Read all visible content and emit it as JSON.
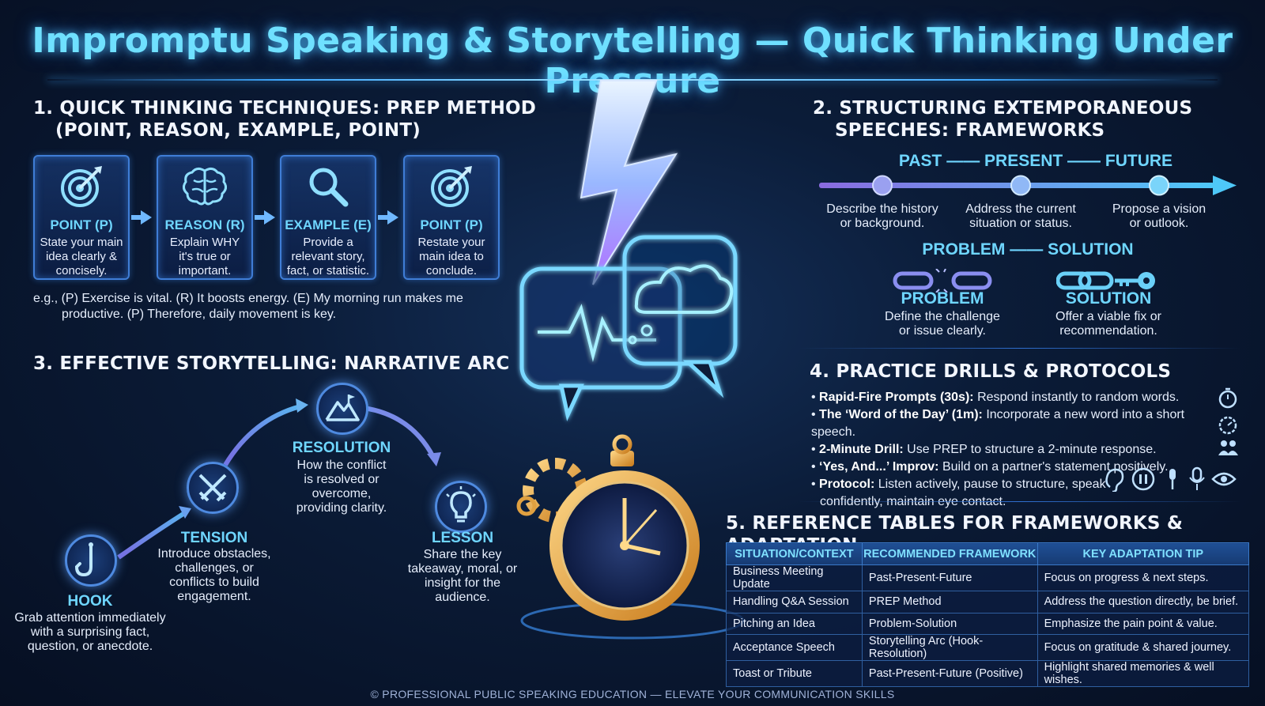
{
  "title": "Impromptu Speaking & Storytelling — Quick Thinking Under Pressure",
  "colors": {
    "accent_cyan": "#6fd6ff",
    "box_border": "#3f7dd6",
    "background": "#0b1c38",
    "timeline": "#8a7be8"
  },
  "section1": {
    "heading_line1": "1. Quick Thinking Techniques: PREP Method",
    "heading_line2": "(Point, Reason, Example, Point)",
    "steps": [
      {
        "icon": "target-icon",
        "label": "POINT (P)",
        "desc": "State your main idea clearly & concisely."
      },
      {
        "icon": "brain-icon",
        "label": "REASON (R)",
        "desc": "Explain WHY it's true or important."
      },
      {
        "icon": "magnifier-icon",
        "label": "EXAMPLE (E)",
        "desc": "Provide a relevant story, fact, or statistic."
      },
      {
        "icon": "target-icon",
        "label": "POINT (P)",
        "desc": "Restate your main idea to conclude."
      }
    ],
    "example_line1": "e.g., (P) Exercise is vital. (R) It boosts energy. (E) My morning run makes me",
    "example_line2": "productive. (P) Therefore, daily movement is key."
  },
  "section2": {
    "heading_line1": "2. Structuring Extemporaneous",
    "heading_line2": "Speeches: Frameworks",
    "timeline_title": "PAST —— PRESENT —— FUTURE",
    "timeline": [
      {
        "desc_line1": "Describe the history",
        "desc_line2": "or background."
      },
      {
        "desc_line1": "Address the current",
        "desc_line2": "situation or status."
      },
      {
        "desc_line1": "Propose a vision",
        "desc_line2": "or outlook."
      }
    ],
    "ps_title": "PROBLEM —— SOLUTION",
    "problem": {
      "icon": "broken-chain-icon",
      "label": "PROBLEM",
      "desc_line1": "Define the challenge",
      "desc_line2": "or issue clearly."
    },
    "solution": {
      "icon": "chain-key-icon",
      "label": "SOLUTION",
      "desc_line1": "Offer a viable fix or",
      "desc_line2": "recommendation."
    }
  },
  "section3": {
    "heading": "3. Effective Storytelling: Narrative Arc",
    "hook": {
      "icon": "hook-icon",
      "label": "HOOK",
      "desc": [
        "Grab attention immediately",
        "with a surprising fact,",
        "question, or anecdote."
      ]
    },
    "tension": {
      "icon": "crossed-swords-icon",
      "label": "TENSION",
      "desc": [
        "Introduce obstacles,",
        "challenges, or",
        "conflicts to build",
        "engagement."
      ]
    },
    "resolution": {
      "icon": "mountain-flag-icon",
      "label": "RESOLUTION",
      "desc": [
        "How the conflict",
        "is resolved or",
        "overcome,",
        "providing clarity."
      ]
    },
    "lesson": {
      "icon": "lightbulb-icon",
      "label": "LESSON",
      "desc": [
        "Share the key",
        "takeaway, moral, or",
        "insight for the",
        "audience."
      ]
    }
  },
  "section4": {
    "heading": "4. Practice Drills & Protocols",
    "drills": [
      {
        "bold": "Rapid-Fire Prompts (30s):",
        "text": " Respond instantly to random words."
      },
      {
        "bold": "The ‘Word of the Day’ (1m):",
        "text": " Incorporate a new word into a short speech."
      },
      {
        "bold": "2-Minute Drill:",
        "text": " Use PREP to structure a 2-minute response."
      },
      {
        "bold": "‘Yes, And...’ Improv:",
        "text": " Build on a partner's statement positively."
      },
      {
        "bold": "Protocol:",
        "text": " Listen actively, pause to structure, speak",
        "text2": "confidently, maintain eye contact."
      }
    ],
    "side_icons": [
      "stopwatch-icon",
      "timer-icon",
      "people-icon"
    ],
    "protocol_icons": [
      "ear-icon",
      "pause-icon",
      "microphone-icon",
      "mic-stand-icon",
      "eye-icon"
    ]
  },
  "section5": {
    "heading": "5. Reference Tables for Frameworks & Adaptation",
    "columns": [
      "Situation/Context",
      "Recommended Framework",
      "Key Adaptation Tip"
    ],
    "rows": [
      [
        "Business Meeting Update",
        "Past-Present-Future",
        "Focus on progress & next steps."
      ],
      [
        "Handling Q&A Session",
        "PREP Method",
        "Address the question directly, be brief."
      ],
      [
        "Pitching an Idea",
        "Problem-Solution",
        "Emphasize the pain point & value."
      ],
      [
        "Acceptance Speech",
        "Storytelling Arc (Hook-Resolution)",
        "Focus on gratitude & shared journey."
      ],
      [
        "Toast or Tribute",
        "Past-Present-Future (Positive)",
        "Highlight shared memories & well wishes."
      ]
    ]
  },
  "footer": "© PROFESSIONAL PUBLIC SPEAKING EDUCATION — ELEVATE YOUR COMMUNICATION SKILLS"
}
